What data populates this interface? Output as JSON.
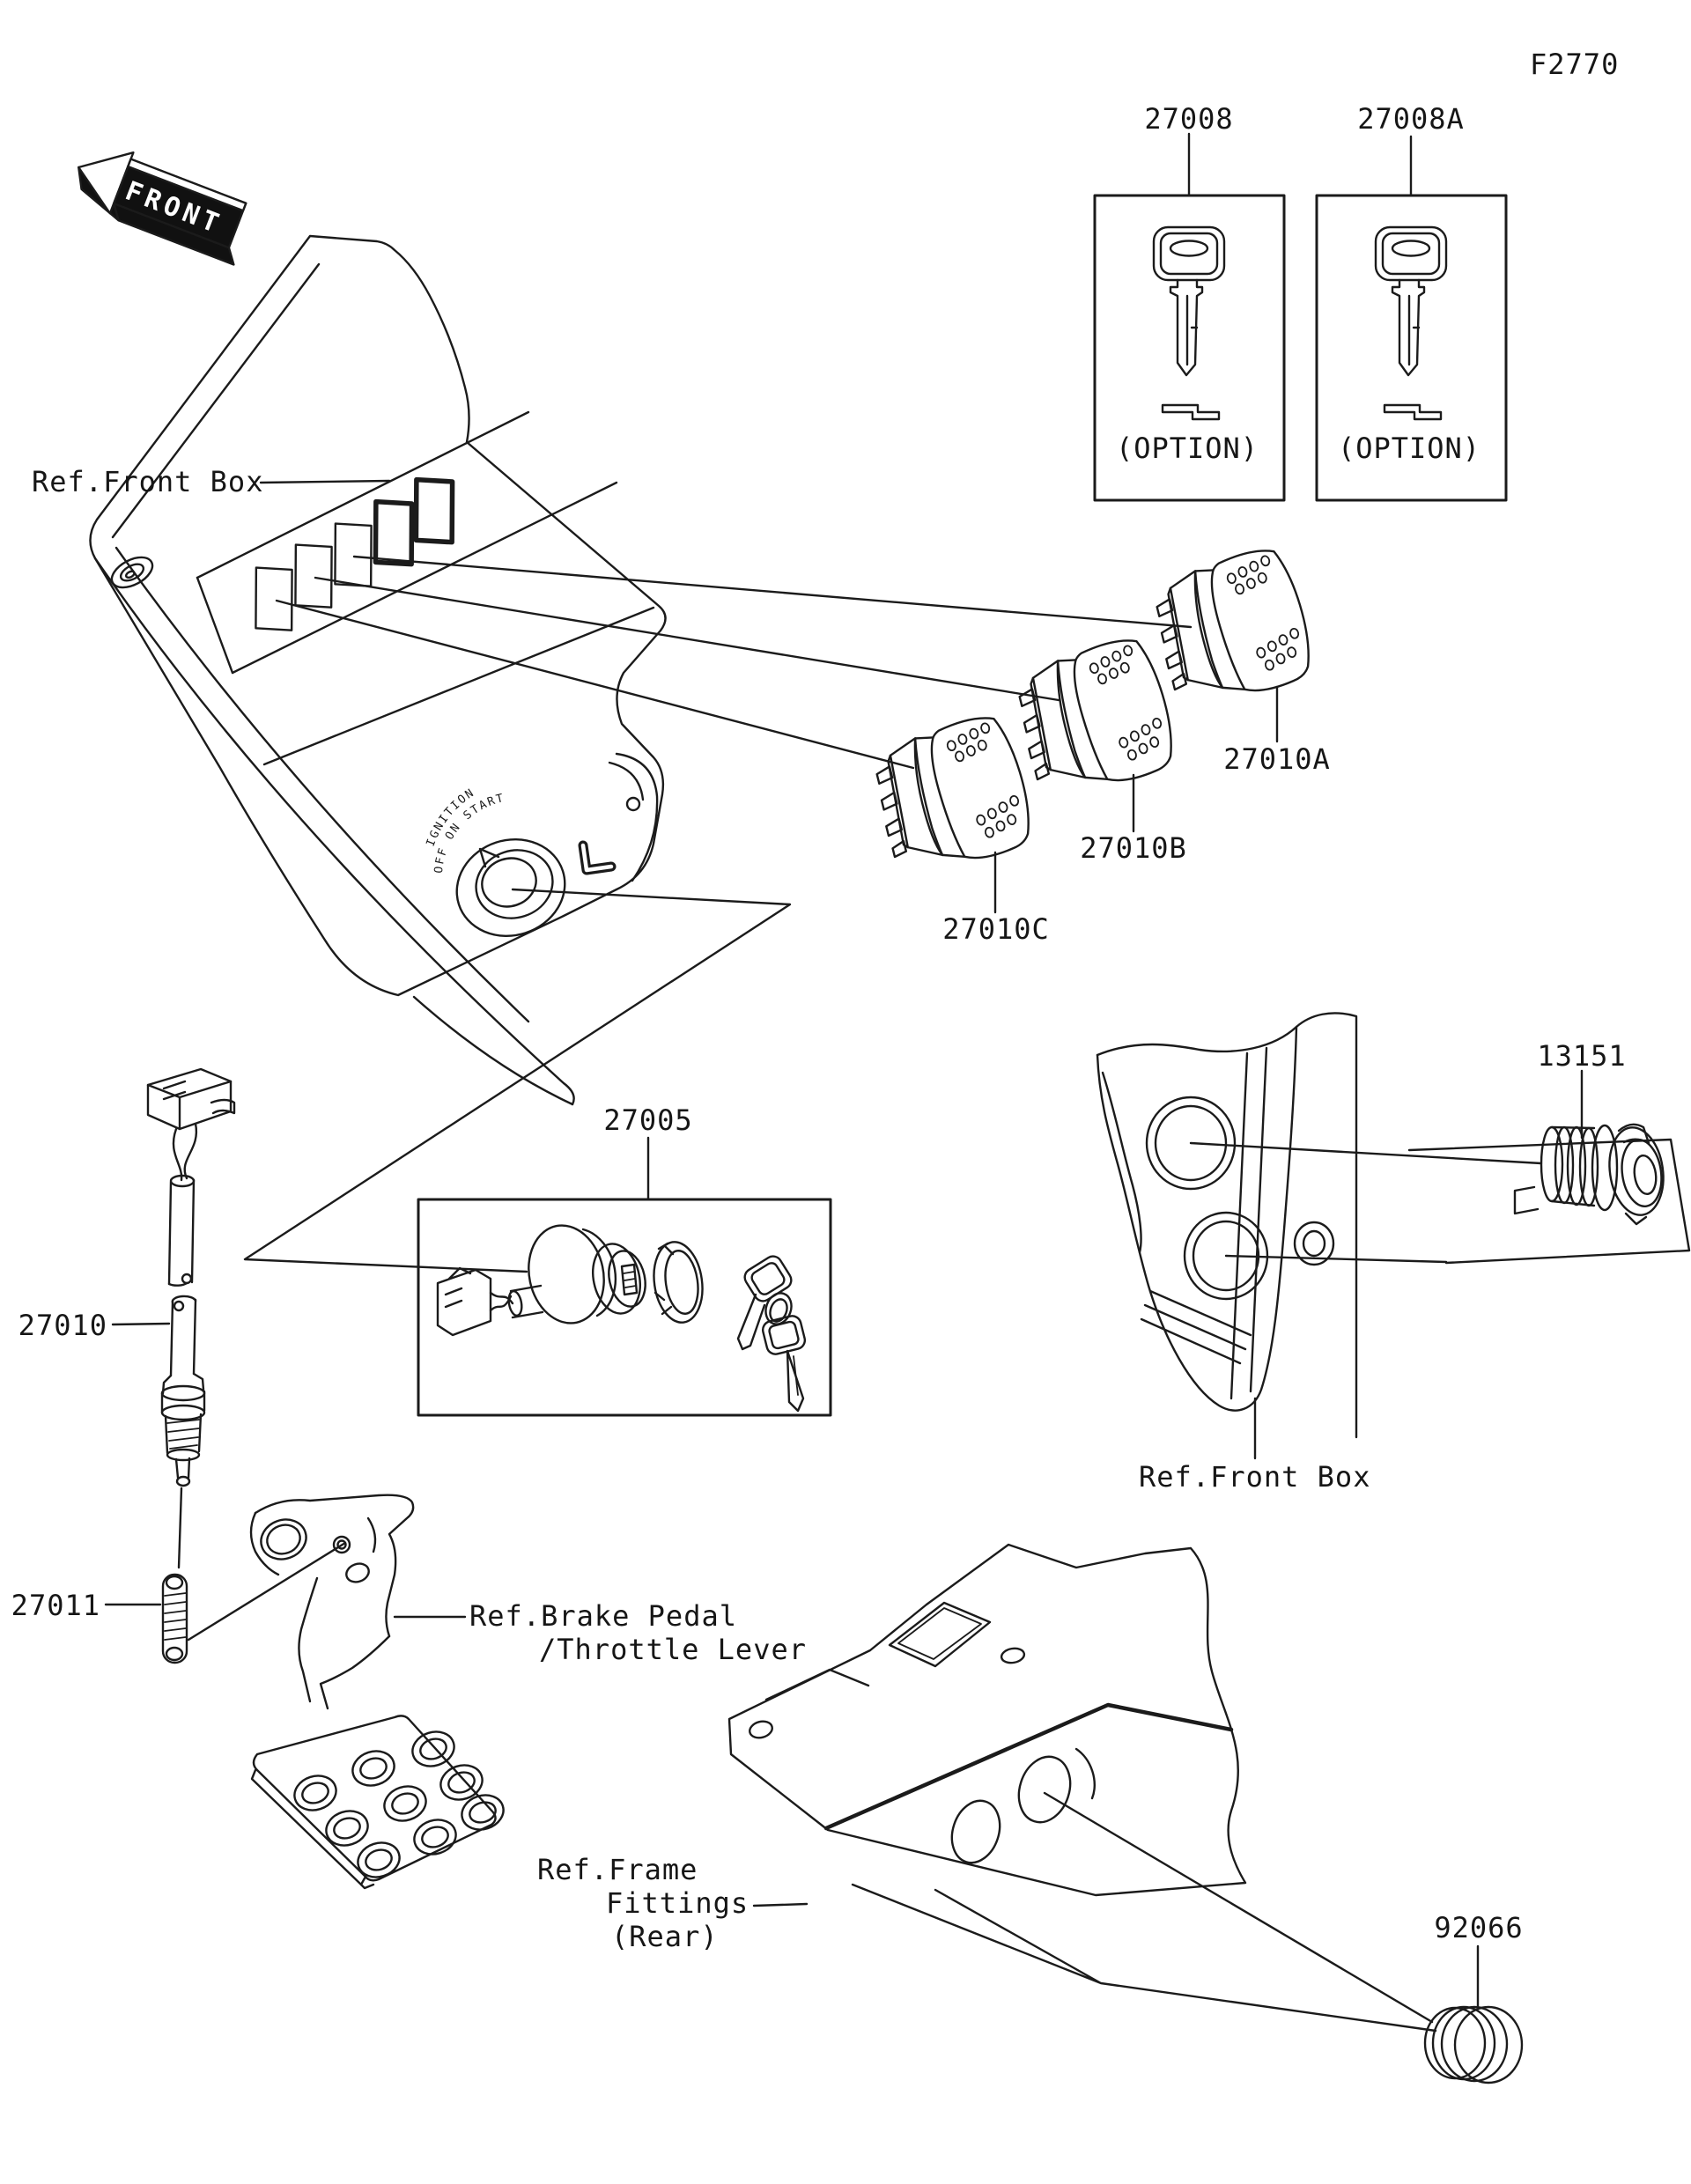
{
  "figure": {
    "code": "F2770"
  },
  "front_marker": {
    "label": "FRONT"
  },
  "references": {
    "front_box_left": "Ref.Front Box",
    "front_box_right": "Ref.Front Box",
    "brake_pedal_1": "Ref.Brake Pedal",
    "brake_pedal_2": "/Throttle Lever",
    "frame_1": "Ref.Frame",
    "frame_2": "Fittings",
    "frame_3": "(Rear)"
  },
  "part_labels": {
    "key_primary": "27008",
    "key_optional": "27008A",
    "option_note": "(OPTION)",
    "switch_a": "27010A",
    "switch_b": "27010B",
    "switch_c": "27010C",
    "ignition_switch_kit": "27005",
    "power_socket": "13151",
    "pull_switch": "27010",
    "spring": "27011",
    "plug_cap": "92066"
  },
  "ignition_dial": {
    "top_arc": "IGNITION",
    "positions_arc": "OFF ON START"
  }
}
